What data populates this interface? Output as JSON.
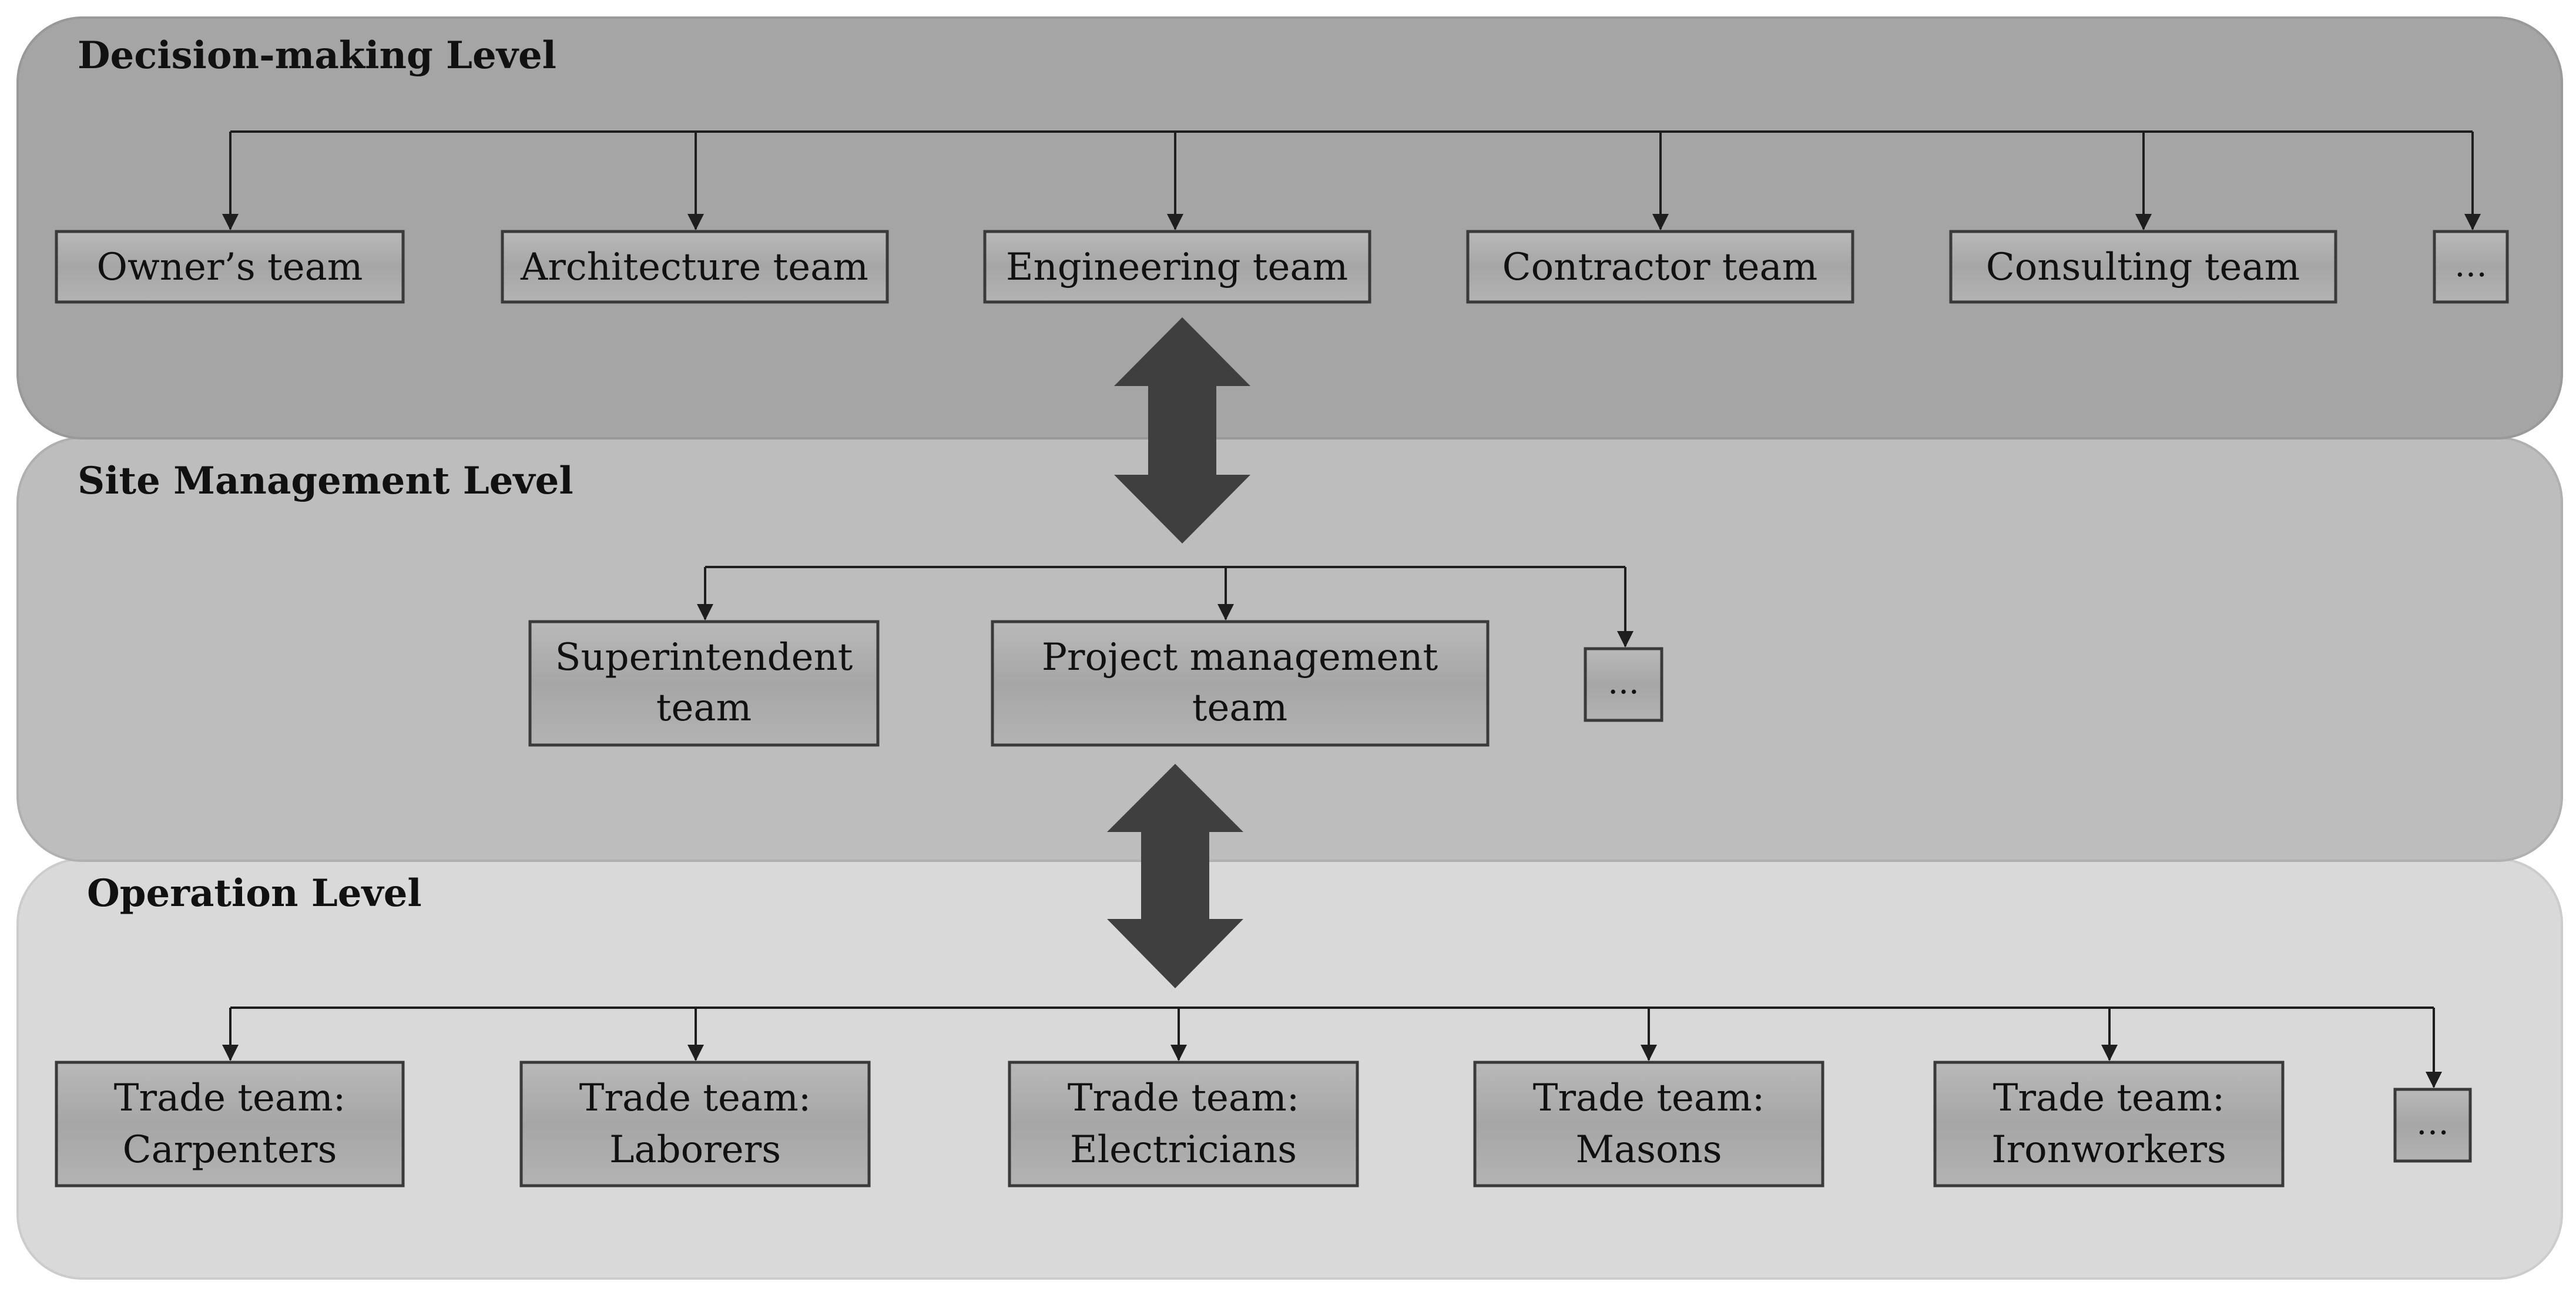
{
  "colors": {
    "decision_band": "#a5a5a5",
    "site_band": "#bdbdbd",
    "operation_band": "#d9d9d9",
    "box_fill": "#a9a9a9",
    "double_arrow": "#3f3f3f"
  },
  "levels": {
    "decision": {
      "title": "Decision-making Level",
      "teams": [
        "Owner’s team",
        "Architecture team",
        "Engineering team",
        "Contractor team",
        "Consulting team",
        "…"
      ]
    },
    "site": {
      "title": "Site Management Level",
      "teams": [
        {
          "line1": "Superintendent",
          "line2": "team"
        },
        {
          "line1": "Project management",
          "line2": "team"
        },
        {
          "line1": "...",
          "line2": ""
        }
      ]
    },
    "operation": {
      "title": "Operation Level",
      "teams": [
        {
          "line1": "Trade team:",
          "line2": "Carpenters"
        },
        {
          "line1": "Trade team:",
          "line2": "Laborers"
        },
        {
          "line1": "Trade team:",
          "line2": "Electricians"
        },
        {
          "line1": "Trade team:",
          "line2": "Masons"
        },
        {
          "line1": "Trade team:",
          "line2": "Ironworkers"
        },
        {
          "line1": "…",
          "line2": ""
        }
      ]
    }
  }
}
